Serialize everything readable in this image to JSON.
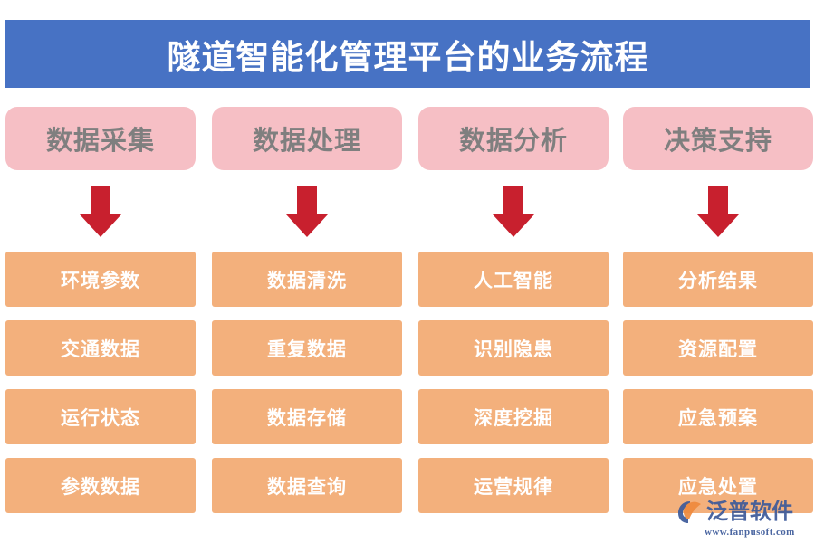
{
  "banner": {
    "title": "隧道智能化管理平台的业务流程",
    "background_color": "#4772C4",
    "text_color": "#FFFFFF"
  },
  "theme": {
    "stage_header_color": "#F6BFC5",
    "stage_header_text_color": "#7F7F7F",
    "item_color": "#F3B07C",
    "item_text_color": "#FFFFFF",
    "arrow_color": "#C8202E",
    "page_background": "#FFFFFF"
  },
  "flow": {
    "columns": [
      {
        "stage": "数据采集",
        "arrow": "arrow-down-icon",
        "items": [
          "环境参数",
          "交通数据",
          "运行状态",
          "参数数据"
        ]
      },
      {
        "stage": "数据处理",
        "arrow": "arrow-down-icon",
        "items": [
          "数据清洗",
          "重复数据",
          "数据存储",
          "数据查询"
        ]
      },
      {
        "stage": "数据分析",
        "arrow": "arrow-down-icon",
        "items": [
          "人工智能",
          "识别隐患",
          "深度挖掘",
          "运营规律"
        ]
      },
      {
        "stage": "决策支持",
        "arrow": "arrow-down-icon",
        "items": [
          "分析结果",
          "资源配置",
          "应急预案",
          "应急处置"
        ]
      }
    ]
  },
  "watermark": {
    "logo_icon": "fanpu-swoosh-logo-icon",
    "brand": "泛普软件",
    "url": "www.fanpusoft.com",
    "color": "#3C5A9A"
  }
}
